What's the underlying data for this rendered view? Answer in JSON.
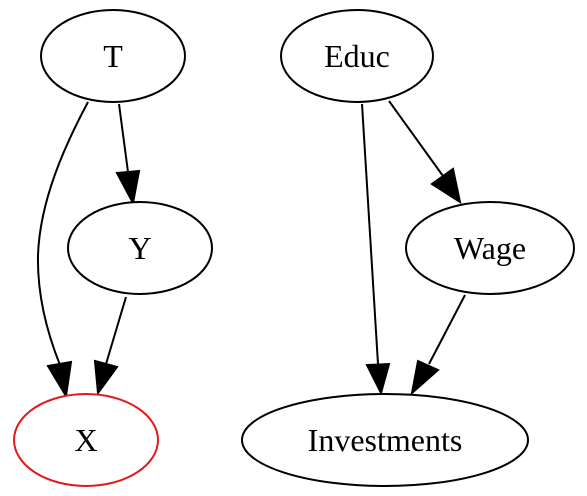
{
  "diagram": {
    "nodes": {
      "t": {
        "label": "T",
        "color": "#000000"
      },
      "y": {
        "label": "Y",
        "color": "#000000"
      },
      "x": {
        "label": "X",
        "color": "#e31a1c"
      },
      "educ": {
        "label": "Educ",
        "color": "#000000"
      },
      "wage": {
        "label": "Wage",
        "color": "#000000"
      },
      "investments": {
        "label": "Investments",
        "color": "#000000"
      }
    },
    "edges": [
      {
        "from": "T",
        "to": "Y"
      },
      {
        "from": "T",
        "to": "X"
      },
      {
        "from": "Y",
        "to": "X"
      },
      {
        "from": "Educ",
        "to": "Wage"
      },
      {
        "from": "Educ",
        "to": "Investments"
      },
      {
        "from": "Wage",
        "to": "Investments"
      }
    ]
  }
}
